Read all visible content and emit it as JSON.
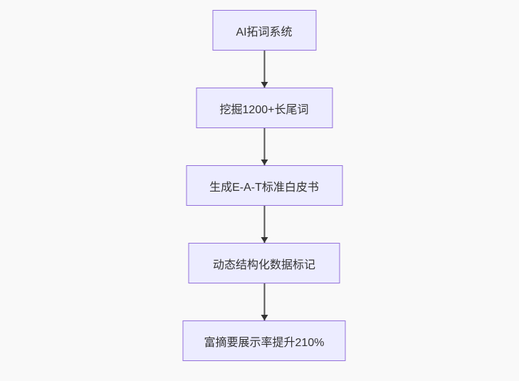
{
  "diagram": {
    "type": "flowchart",
    "direction": "top-down",
    "nodes": [
      {
        "id": "node-1",
        "label": "AI拓词系统"
      },
      {
        "id": "node-2",
        "label": "挖掘1200+长尾词"
      },
      {
        "id": "node-3",
        "label": "生成E-A-T标准白皮书"
      },
      {
        "id": "node-4",
        "label": "动态结构化数据标记"
      },
      {
        "id": "node-5",
        "label": "富摘要展示率提升210%"
      }
    ],
    "edges": [
      {
        "from": "node-1",
        "to": "node-2"
      },
      {
        "from": "node-2",
        "to": "node-3"
      },
      {
        "from": "node-3",
        "to": "node-4"
      },
      {
        "from": "node-4",
        "to": "node-5"
      }
    ],
    "colors": {
      "background": "#f9f9f9",
      "node_fill": "#ECECFF",
      "node_border": "#9370DB",
      "node_text": "#333333",
      "arrow_line": "#555555",
      "arrow_head": "#333333"
    }
  }
}
